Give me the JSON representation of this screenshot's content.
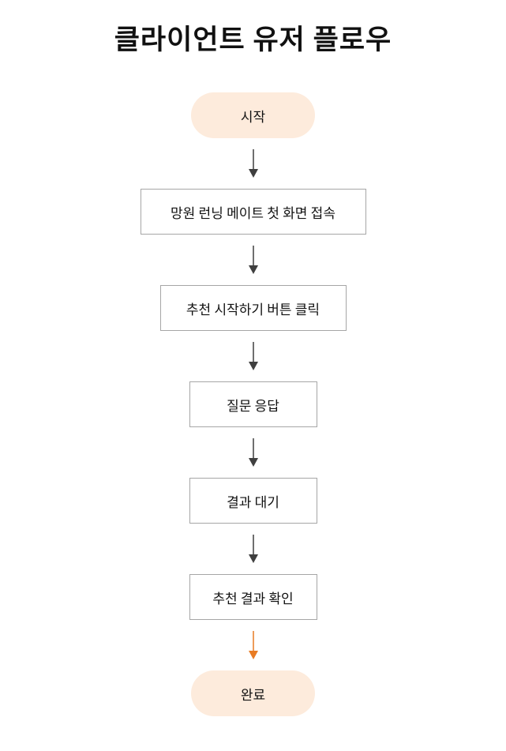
{
  "title": "클라이언트 유저 플로우",
  "colors": {
    "pill_bg": "#FDEBDC",
    "box_border": "#A6A6A6",
    "arrow": "#3F3F3F",
    "arrow_final": "#E87B23"
  },
  "nodes": [
    {
      "label": "시작",
      "type": "pill"
    },
    {
      "label": "망원 런닝 메이트 첫 화면 접속",
      "type": "box"
    },
    {
      "label": "추천 시작하기 버튼 클릭",
      "type": "box"
    },
    {
      "label": "질문 응답",
      "type": "box"
    },
    {
      "label": "결과 대기",
      "type": "box"
    },
    {
      "label": "추천 결과 확인",
      "type": "box"
    },
    {
      "label": "완료",
      "type": "pill"
    }
  ]
}
